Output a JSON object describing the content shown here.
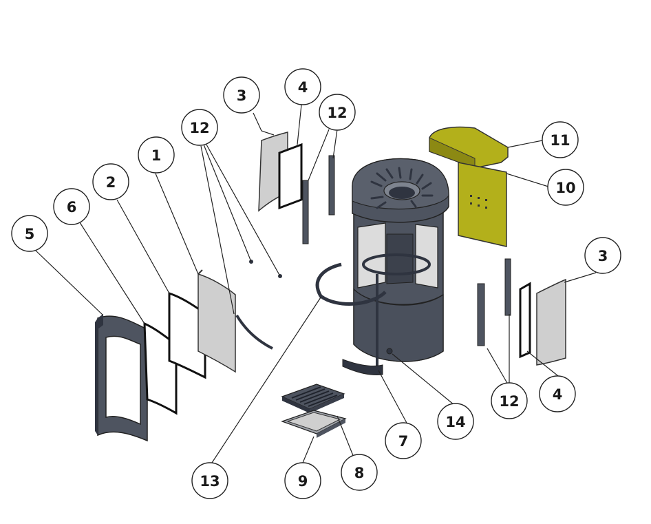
{
  "diagram": {
    "type": "exploded-parts-view",
    "colors": {
      "steel": "#4e5460",
      "steel_dark": "#2f3440",
      "glass": "#cfcfcf",
      "yellow": "#b3b01b",
      "line": "#222222"
    },
    "callouts": [
      {
        "id": "c1",
        "label": "1"
      },
      {
        "id": "c2",
        "label": "2"
      },
      {
        "id": "c3a",
        "label": "3"
      },
      {
        "id": "c3b",
        "label": "3"
      },
      {
        "id": "c4a",
        "label": "4"
      },
      {
        "id": "c4b",
        "label": "4"
      },
      {
        "id": "c5",
        "label": "5"
      },
      {
        "id": "c6",
        "label": "6"
      },
      {
        "id": "c7",
        "label": "7"
      },
      {
        "id": "c8",
        "label": "8"
      },
      {
        "id": "c9",
        "label": "9"
      },
      {
        "id": "c10",
        "label": "10"
      },
      {
        "id": "c11",
        "label": "11"
      },
      {
        "id": "c12a",
        "label": "12"
      },
      {
        "id": "c12b",
        "label": "12"
      },
      {
        "id": "c12c",
        "label": "12"
      },
      {
        "id": "c13",
        "label": "13"
      },
      {
        "id": "c14",
        "label": "14"
      }
    ]
  }
}
